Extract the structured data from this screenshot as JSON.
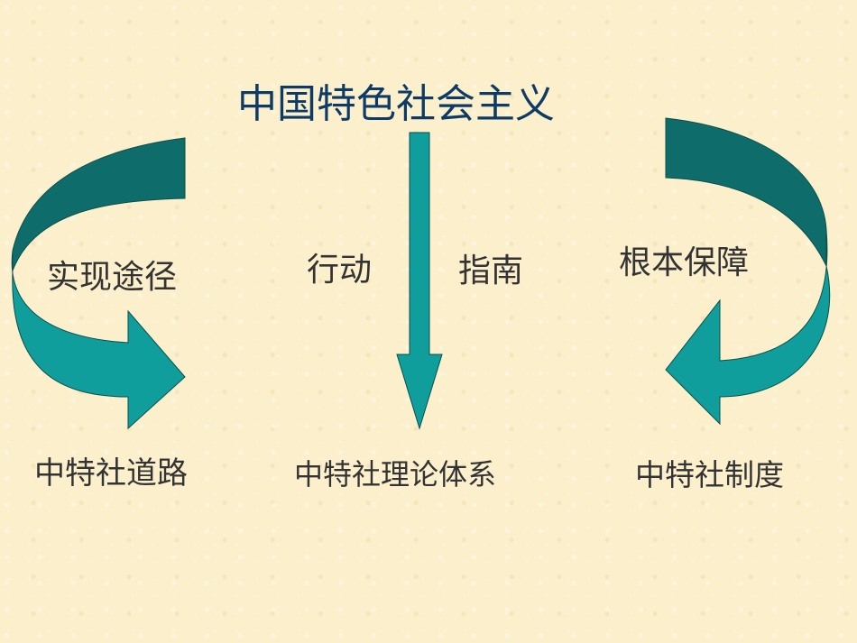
{
  "title": "中国特色社会主义",
  "labels": {
    "left_arrow": "实现途径",
    "center_left": "行动",
    "center_right": "指南",
    "right_arrow": "根本保障"
  },
  "bottom": {
    "left": "中特社道路",
    "center": "中特社理论体系",
    "right": "中特社制度"
  },
  "colors": {
    "arrow_dark": "#0e6d6a",
    "arrow_light": "#109e9c",
    "title_text": "#0d3b66",
    "label_text": "#333333",
    "background": "#fbefcc"
  }
}
